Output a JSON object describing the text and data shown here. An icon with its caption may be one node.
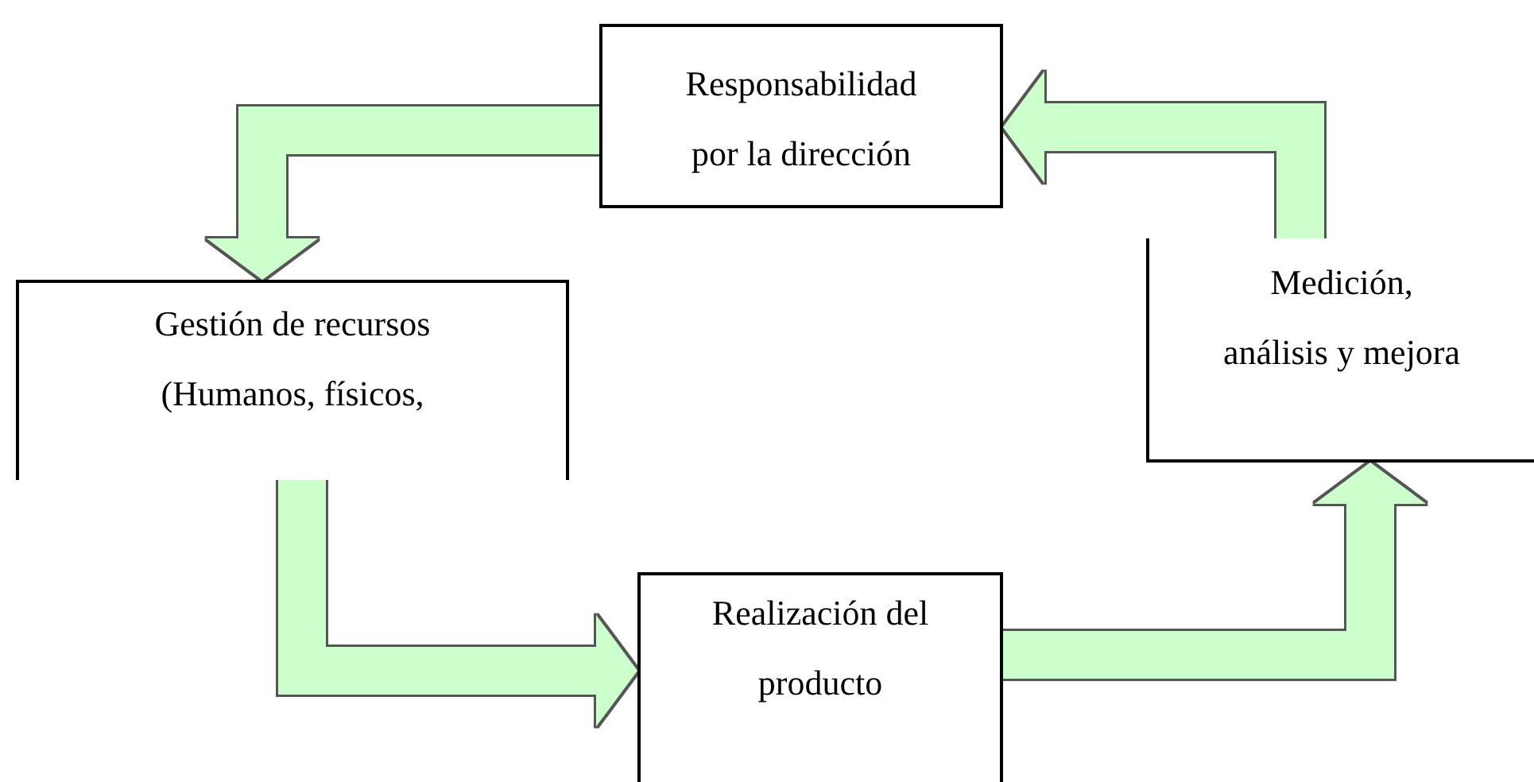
{
  "diagram": {
    "nodes": [
      {
        "text": [
          "Responsabilidad por la dirección"
        ]
      },
      {
        "text": [
          "Gestión de recursos (Humanos, físicos,"
        ]
      },
      {
        "text": [
          "Medición, análisis y mejora"
        ]
      },
      {
        "text": [
          "Realización del producto"
        ]
      }
    ],
    "edges": [
      {
        "from": 0,
        "to": 1,
        "arrow": "to"
      },
      {
        "from": 1,
        "to": 3,
        "arrow": "to"
      },
      {
        "from": 3,
        "to": 2,
        "arrow": "to"
      },
      {
        "from": 2,
        "to": 0,
        "arrow": "to"
      }
    ]
  }
}
